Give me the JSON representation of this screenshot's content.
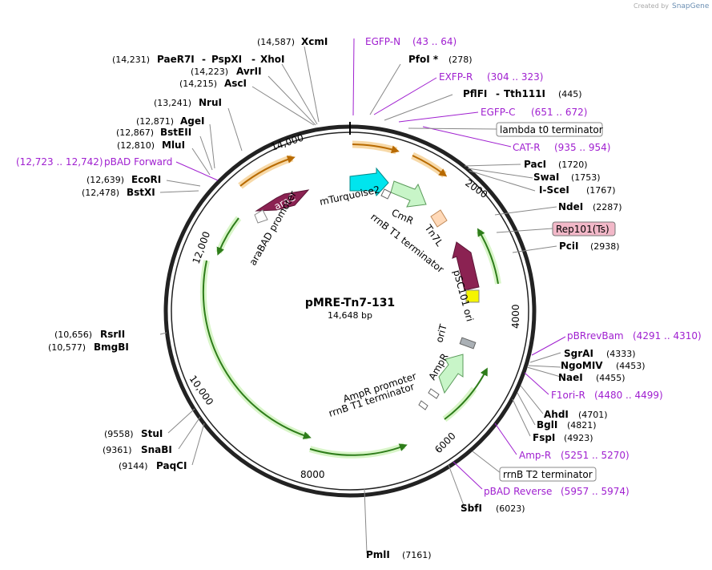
{
  "header": {
    "credit": "Created by",
    "brand": "SnapGene"
  },
  "plasmid": {
    "name": "pMRE-Tn7-131",
    "size": "14,648 bp"
  },
  "ticks": [
    "2000",
    "4000",
    "6000",
    "8000",
    "10,000",
    "12,000",
    "14,000"
  ],
  "enzymes": [
    {
      "name": "XcmI",
      "pos": "(14,587)"
    },
    {
      "name": "PaeR7I",
      "pos": "(14,231)"
    },
    {
      "name": "PspXI"
    },
    {
      "name": "XhoI"
    },
    {
      "name": "AvrII",
      "pos": "(14,223)"
    },
    {
      "name": "AscI",
      "pos": "(14,215)"
    },
    {
      "name": "NruI",
      "pos": "(13,241)"
    },
    {
      "name": "AgeI",
      "pos": "(12,871)"
    },
    {
      "name": "BstEII",
      "pos": "(12,867)"
    },
    {
      "name": "MluI",
      "pos": "(12,810)"
    },
    {
      "name": "EcoRI",
      "pos": "(12,639)"
    },
    {
      "name": "BstXI",
      "pos": "(12,478)"
    },
    {
      "name": "PfoI *",
      "pos": "(278)"
    },
    {
      "name": "PflFI",
      "pos": "(445)"
    },
    {
      "name": "Tth111I"
    },
    {
      "name": "PacI",
      "pos": "(1720)"
    },
    {
      "name": "SwaI",
      "pos": "(1753)"
    },
    {
      "name": "I-SceI",
      "pos": "(1767)"
    },
    {
      "name": "NdeI",
      "pos": "(2287)"
    },
    {
      "name": "PciI",
      "pos": "(2938)"
    },
    {
      "name": "SgrAI",
      "pos": "(4333)"
    },
    {
      "name": "NgoMIV",
      "pos": "(4453)"
    },
    {
      "name": "NaeI",
      "pos": "(4455)"
    },
    {
      "name": "AhdI",
      "pos": "(4701)"
    },
    {
      "name": "BglI",
      "pos": "(4821)"
    },
    {
      "name": "FspI",
      "pos": "(4923)"
    },
    {
      "name": "SbfI",
      "pos": "(6023)"
    },
    {
      "name": "PmlI",
      "pos": "(7161)"
    },
    {
      "name": "RsrII",
      "pos": "(10,656)"
    },
    {
      "name": "BmgBI",
      "pos": "(10,577)"
    },
    {
      "name": "StuI",
      "pos": "(9558)"
    },
    {
      "name": "SnaBI",
      "pos": "(9361)"
    },
    {
      "name": "PaqCI",
      "pos": "(9144)"
    }
  ],
  "primers": [
    {
      "name": "EGFP-N",
      "pos": "(43 .. 64)"
    },
    {
      "name": "EXFP-R",
      "pos": "(304 .. 323)"
    },
    {
      "name": "EGFP-C",
      "pos": "(651 .. 672)"
    },
    {
      "name": "CAT-R",
      "pos": "(935 .. 954)"
    },
    {
      "name": "pBAD Forward",
      "pos": "(12,723 .. 12,742)"
    },
    {
      "name": "pBRrevBam",
      "pos": "(4291 .. 4310)"
    },
    {
      "name": "F1ori-R",
      "pos": "(4480 .. 4499)"
    },
    {
      "name": "Amp-R",
      "pos": "(5251 .. 5270)"
    },
    {
      "name": "pBAD Reverse",
      "pos": "(5957 .. 5974)"
    }
  ],
  "boxed_features": [
    "lambda t0 terminator",
    "Rep101(Ts)",
    "rrnB T2 terminator"
  ],
  "inner_features": [
    "araC",
    "araBAD promoter",
    "mTurquoise2",
    "CmR",
    "rrnB T1 terminator",
    "Tn7L",
    "pSC101 ori",
    "oriT",
    "AmpR",
    "AmpR promoter",
    "rrnB T1 terminator"
  ],
  "colors": {
    "primer": "#a020d0",
    "orf_outer": "#4caf50",
    "mcs": "#e8a33d",
    "arac": "#8b2252",
    "turquoise": "#00e5ee",
    "pale_green": "#c8f5c8",
    "yellow": "#f5f500",
    "pink_box": "#f2b8c8"
  }
}
